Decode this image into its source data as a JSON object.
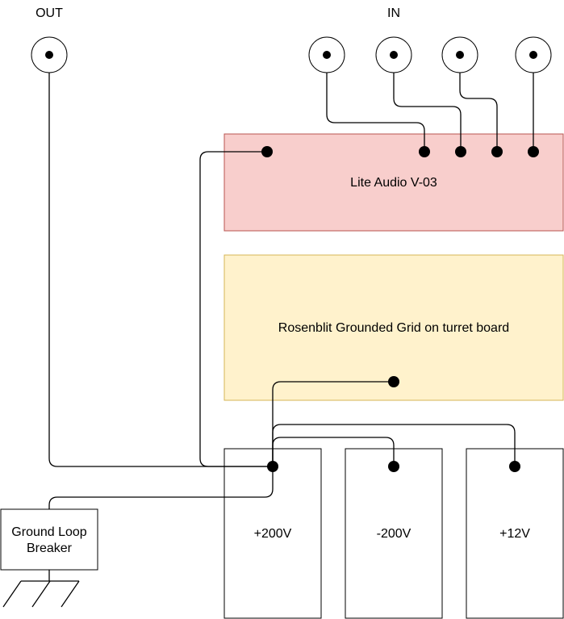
{
  "labels": {
    "out": "OUT",
    "in": "IN"
  },
  "boxes": {
    "lite_audio": "Lite Audio V-03",
    "rosenblit": "Rosenblit Grounded Grid on turret board",
    "psu_plus200": "+200V",
    "psu_minus200": "-200V",
    "psu_plus12": "+12V",
    "ground_loop_line1": "Ground Loop",
    "ground_loop_line2": "Breaker"
  },
  "colors": {
    "lite_audio_fill": "#f8cecc",
    "lite_audio_stroke": "#b85450",
    "rosenblit_fill": "#fff2cc",
    "rosenblit_stroke": "#d6b656",
    "line": "#000000"
  },
  "icons": {
    "connector": "rca-jack-icon",
    "ground": "ground-symbol-icon"
  }
}
